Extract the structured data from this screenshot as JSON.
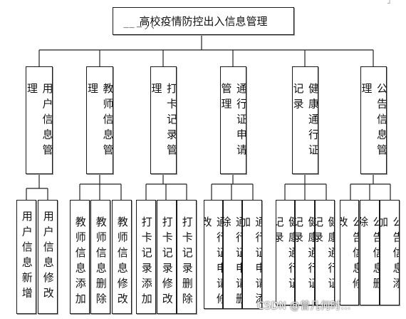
{
  "title": "高校疫情防控出入信息管理",
  "title_mark": "—— 一 ノヽ",
  "corner_mark": "┘",
  "modules": [
    {
      "label": "用户信息管理",
      "children": [
        "用户信息新增",
        "用户信息修改"
      ]
    },
    {
      "label": "教师信息管理",
      "children": [
        "教师信息添加",
        "教师信息删除",
        "教师信息修改"
      ]
    },
    {
      "label": "打卡记录管理",
      "children": [
        "打卡记录添加",
        "打卡记录修改",
        "打卡记录删除"
      ]
    },
    {
      "label": "通行证申请管理",
      "children": [
        "通行证申请修改",
        "通行证申请删除",
        "通行证申请添加"
      ]
    },
    {
      "label": "健康通行证记录",
      "children": [
        "健康通行证记录",
        "健康通行证记录",
        "健康通行证记录"
      ]
    },
    {
      "label": "公告信息管理",
      "children": [
        "公告信息修改",
        "公告信息删除",
        "公告信息添加"
      ]
    }
  ],
  "watermark": "CSDN @曾几何时…"
}
